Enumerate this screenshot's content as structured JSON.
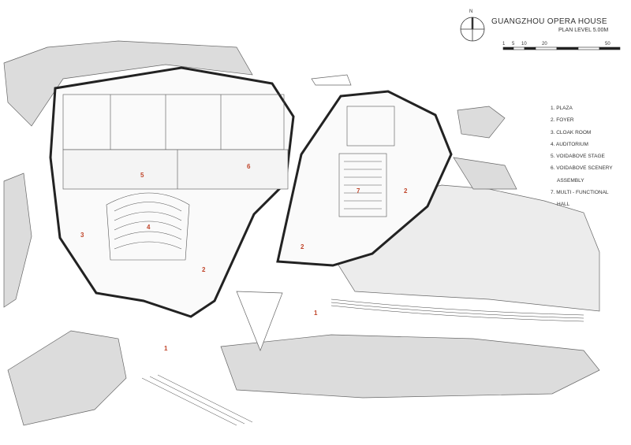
{
  "title": "GUANGZHOU OPERA HOUSE",
  "subtitle": "PLAN LEVEL 5.00M",
  "north_label": "N",
  "scale_ticks": [
    "1",
    "5",
    "10",
    "20",
    "50"
  ],
  "legend": [
    {
      "text": "1. PLAZA"
    },
    {
      "text": "2. FOYER"
    },
    {
      "text": "3. CLOAK ROOM"
    },
    {
      "text": "4. AUDITORIUM"
    },
    {
      "text": "5. VOIDABOVE STAGE"
    },
    {
      "text": "6. VOIDABOVE SCENERY"
    },
    {
      "text": "ASSEMBLY"
    },
    {
      "text": "7. MULTI - FUNCTIONAL"
    },
    {
      "text": "HALL"
    }
  ],
  "plan_labels": [
    "5",
    "6",
    "4",
    "3",
    "2",
    "7",
    "2",
    "2",
    "1",
    "1"
  ],
  "colors": {
    "label": "#c0452a",
    "grey": "#d9d9d9",
    "line": "#222222"
  }
}
